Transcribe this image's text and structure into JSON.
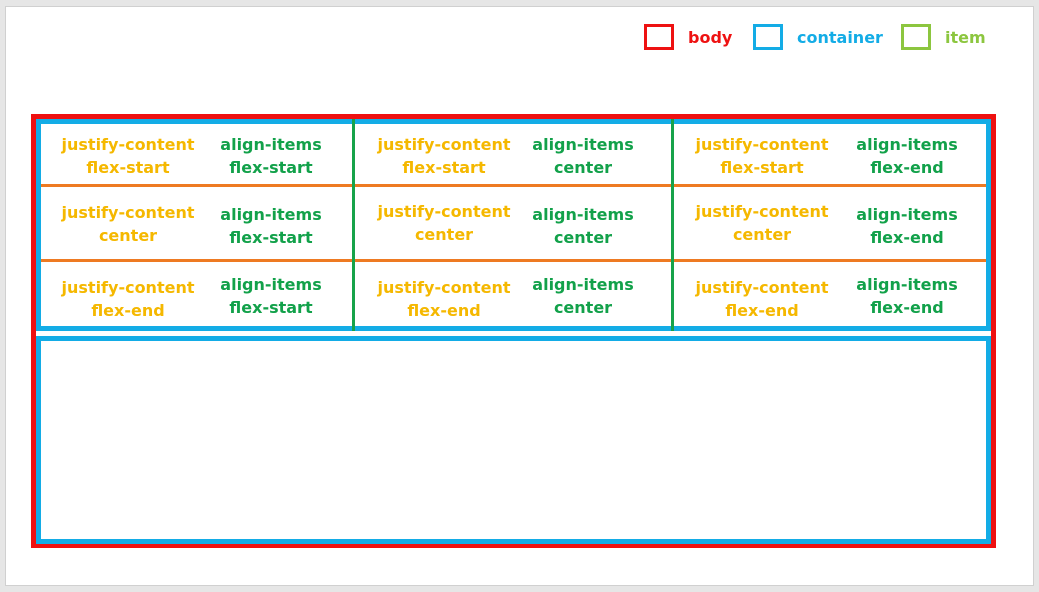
{
  "colors": {
    "body": "#ee1111",
    "container": "#13ace6",
    "item": "#8cc63f",
    "row_divider": "#ee7a22",
    "column_divider": "#17a34a",
    "justify_text": "#f5b800",
    "align_text": "#12a14a"
  },
  "legend": {
    "body": "body",
    "container": "container",
    "item": "item"
  },
  "property_names": {
    "justify": "justify-content",
    "align": "align-items"
  },
  "grid": [
    [
      {
        "justify": "flex-start",
        "align": "flex-start"
      },
      {
        "justify": "flex-start",
        "align": "center"
      },
      {
        "justify": "flex-start",
        "align": "flex-end"
      }
    ],
    [
      {
        "justify": "center",
        "align": "flex-start"
      },
      {
        "justify": "center",
        "align": "center"
      },
      {
        "justify": "center",
        "align": "flex-end"
      }
    ],
    [
      {
        "justify": "flex-end",
        "align": "flex-start"
      },
      {
        "justify": "flex-end",
        "align": "center"
      },
      {
        "justify": "flex-end",
        "align": "flex-end"
      }
    ]
  ]
}
